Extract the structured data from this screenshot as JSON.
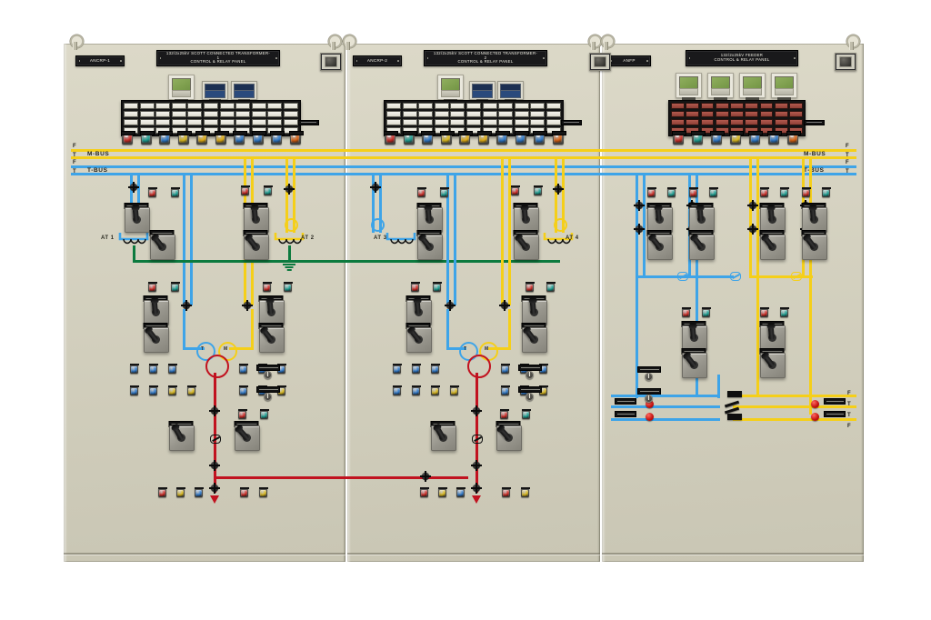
{
  "scene": {
    "description": "Switchgear control and relay panel suite, three cubicles",
    "panel_body_color": "#d6d3c2",
    "nameplate_color": "#19191b"
  },
  "cubicles": [
    {
      "id": "ancrp-1",
      "tag": "ANCRP-1",
      "title_line1": "132/2x25kV SCOTT CONNECTED TRANSFORMER-1",
      "title_line2": "CONTROL & RELAY PANEL"
    },
    {
      "id": "ancrp-2",
      "tag": "ANCRP-2",
      "title_line1": "132/2x25kV SCOTT CONNECTED TRANSFORMER-2",
      "title_line2": "CONTROL & RELAY PANEL"
    },
    {
      "id": "anfp",
      "tag": "ANFP",
      "title_line1": "132/2x25kV FEEDER",
      "title_line2": "CONTROL & RELAY PANEL"
    }
  ],
  "meters": {
    "panel1": [
      {
        "name": "numerical-relay-display",
        "type": "lcd-green"
      },
      {
        "name": "digital-meter-1",
        "type": "digital-blue"
      },
      {
        "name": "digital-meter-2",
        "type": "digital-blue"
      }
    ],
    "panel2": [
      {
        "name": "numerical-relay-display",
        "type": "lcd-green"
      },
      {
        "name": "digital-meter-1",
        "type": "digital-blue"
      },
      {
        "name": "digital-meter-2",
        "type": "digital-blue"
      }
    ],
    "panel3": [
      {
        "name": "numerical-relay-display-1",
        "type": "lcd-green"
      },
      {
        "name": "numerical-relay-display-2",
        "type": "lcd-green"
      },
      {
        "name": "numerical-relay-display-3",
        "type": "lcd-green"
      },
      {
        "name": "numerical-relay-display-4",
        "type": "lcd-green"
      }
    ]
  },
  "annunciators": {
    "panel1": {
      "rows": 4,
      "cols": 11,
      "window_color": "#eceade",
      "style": "white"
    },
    "panel2": {
      "rows": 4,
      "cols": 11,
      "window_color": "#eceade",
      "style": "white"
    },
    "panel3": {
      "rows": 4,
      "cols": 9,
      "window_color": "#a04f44",
      "style": "red"
    }
  },
  "lamp_rows": {
    "panel1": [
      "#d92b24",
      "#1aa89a",
      "#2f7fd6",
      "#e8c41c",
      "#f0b711",
      "#f0b711",
      "#2f7fd6",
      "#2f7fd6",
      "#2f7fd6",
      "#e8650f"
    ],
    "panel2": [
      "#d92b24",
      "#1aa89a",
      "#2f7fd6",
      "#e8c41c",
      "#f0b711",
      "#f0b711",
      "#2f7fd6",
      "#2f7fd6",
      "#2f7fd6",
      "#e8650f"
    ],
    "panel3": [
      "#d92b24",
      "#1aa89a",
      "#2f7fd6",
      "#e8c41c",
      "#2f7fd6",
      "#2f7fd6",
      "#e8650f"
    ]
  },
  "bus_labels": {
    "m_bus": "M-BUS",
    "t_bus": "T-BUS",
    "feeder_mark": "F",
    "track_mark": "T"
  },
  "transformer_labels": [
    "AT 1",
    "AT 2",
    "AT 3",
    "AT 4"
  ],
  "winding_ring_labels": {
    "t_phase": "T",
    "m_phase": "M"
  },
  "colors": {
    "m_bus_yellow": "#f5cf19",
    "t_bus_blue": "#3ea4e8",
    "earth_green": "#0c7a3e",
    "feeder_red": "#c1121f",
    "lamp_red": "#d92b24",
    "lamp_green": "#1aa89a",
    "lamp_blue": "#2f7fd6",
    "lamp_yellow": "#e8c41c",
    "lamp_orange": "#e8650f"
  }
}
